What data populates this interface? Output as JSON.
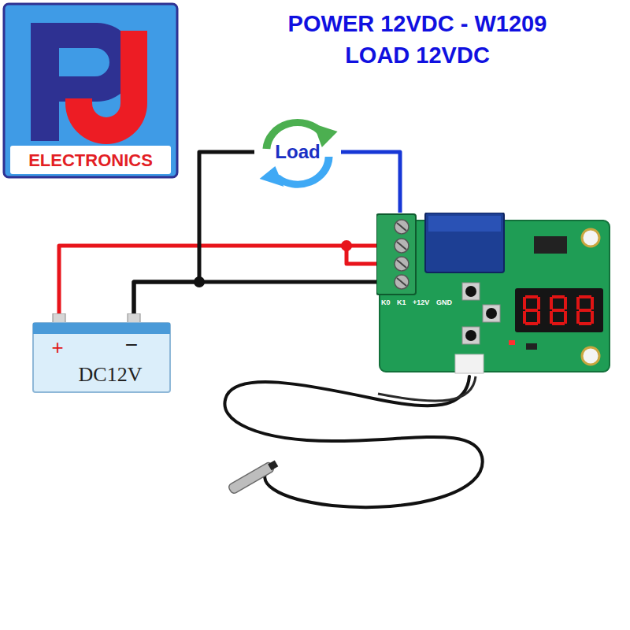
{
  "diagram": {
    "title": "POWER 12VDC - W1209 LOAD 12VDC",
    "nodes": [
      {
        "text": [
          "ELECTRONICS"
        ]
      },
      {
        "text": [
          "Load"
        ]
      },
      {
        "text": [
          "K0",
          "K1",
          "+12V",
          "GND"
        ]
      },
      {
        "text": [
          "+",
          "−",
          "DC12V"
        ]
      }
    ],
    "edges": [
      {
        "from": 3,
        "to": 2,
        "arrow": "none"
      },
      {
        "from": 3,
        "to": 2,
        "arrow": "none"
      },
      {
        "from": 3,
        "to": 1,
        "arrow": "none"
      },
      {
        "from": 1,
        "to": 2,
        "arrow": "none"
      }
    ]
  }
}
